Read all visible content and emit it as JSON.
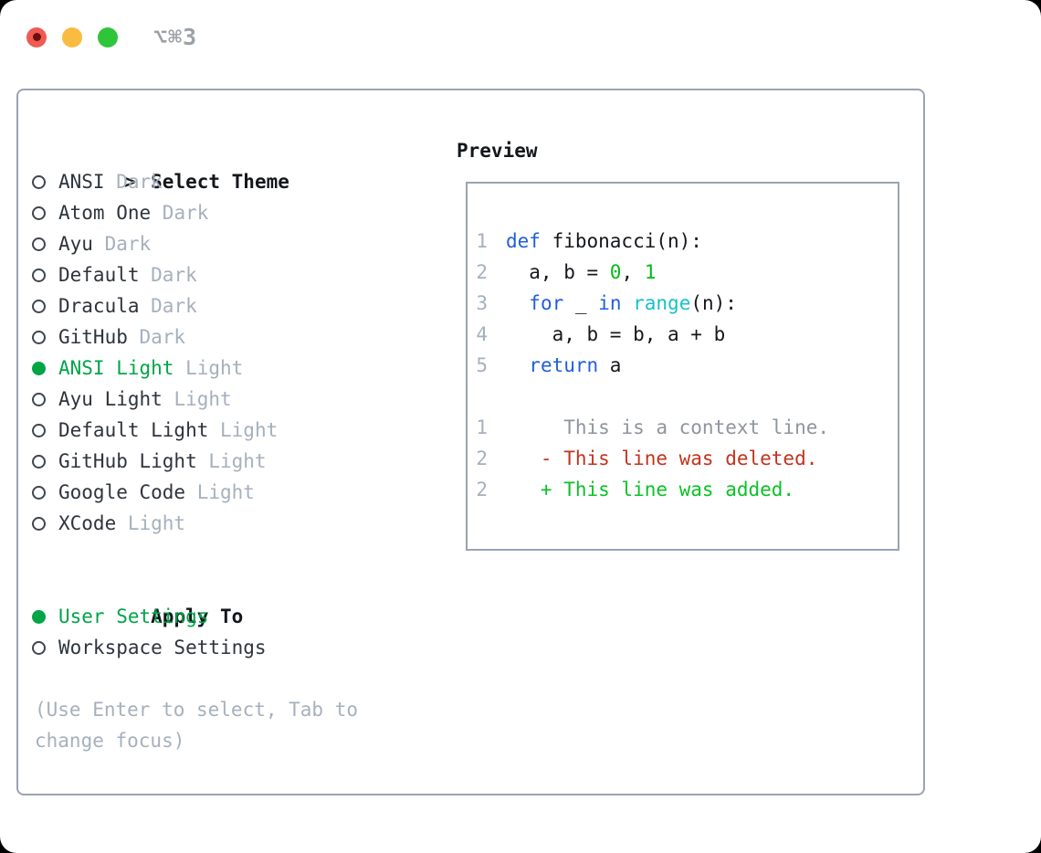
{
  "window": {
    "title": "⌥⌘3"
  },
  "colors": {
    "header": "#13171c",
    "dark": "#2e343d",
    "code_dark": "#14181d",
    "muted": "#a6b0bd",
    "context_gray": "#8e959d",
    "border": "#9aa4b1",
    "accent_green": "#00a546",
    "bright_green": "#0bc226",
    "number_green": "#00bc17",
    "red": "#c3331d",
    "blue": "#1f5fd9",
    "cyan": "#16c1cd",
    "title_gray": "#9ba1a8",
    "traffic_red": "#ef5a52",
    "traffic_red_dot": "#6b100c",
    "traffic_yellow": "#f9bc41",
    "traffic_green": "#2ec53b"
  },
  "theme_selector": {
    "prompt": ">",
    "title": "Select Theme",
    "themes": [
      {
        "name": "ANSI",
        "variant": "Dark",
        "selected": false
      },
      {
        "name": "Atom One",
        "variant": "Dark",
        "selected": false
      },
      {
        "name": "Ayu",
        "variant": "Dark",
        "selected": false
      },
      {
        "name": "Default",
        "variant": "Dark",
        "selected": false
      },
      {
        "name": "Dracula",
        "variant": "Dark",
        "selected": false
      },
      {
        "name": "GitHub",
        "variant": "Dark",
        "selected": false
      },
      {
        "name": "ANSI Light",
        "variant": "Light",
        "selected": true
      },
      {
        "name": "Ayu Light",
        "variant": "Light",
        "selected": false
      },
      {
        "name": "Default Light",
        "variant": "Light",
        "selected": false
      },
      {
        "name": "GitHub Light",
        "variant": "Light",
        "selected": false
      },
      {
        "name": "Google Code",
        "variant": "Light",
        "selected": false
      },
      {
        "name": "XCode",
        "variant": "Light",
        "selected": false
      }
    ]
  },
  "apply_to": {
    "title": "Apply To",
    "options": [
      {
        "label": "User Settings",
        "selected": true
      },
      {
        "label": "Workspace Settings",
        "selected": false
      }
    ]
  },
  "hint": "(Use Enter to select, Tab to change focus)",
  "preview": {
    "title": "Preview",
    "code_lines": [
      {
        "num": "1",
        "tokens": [
          {
            "text": "def ",
            "style": "kw"
          },
          {
            "text": "fibonacci(n):",
            "style": "plain"
          }
        ]
      },
      {
        "num": "2",
        "tokens": [
          {
            "text": "  a, b = ",
            "style": "plain"
          },
          {
            "text": "0",
            "style": "num"
          },
          {
            "text": ", ",
            "style": "plain"
          },
          {
            "text": "1",
            "style": "num"
          }
        ]
      },
      {
        "num": "3",
        "tokens": [
          {
            "text": "  ",
            "style": "plain"
          },
          {
            "text": "for",
            "style": "kw"
          },
          {
            "text": " _ ",
            "style": "plain"
          },
          {
            "text": "in",
            "style": "kw"
          },
          {
            "text": " ",
            "style": "plain"
          },
          {
            "text": "range",
            "style": "fn"
          },
          {
            "text": "(n):",
            "style": "plain"
          }
        ]
      },
      {
        "num": "4",
        "tokens": [
          {
            "text": "    a, b = b, a + b",
            "style": "plain"
          }
        ]
      },
      {
        "num": "5",
        "tokens": [
          {
            "text": "  ",
            "style": "plain"
          },
          {
            "text": "return",
            "style": "kw"
          },
          {
            "text": " a",
            "style": "plain"
          }
        ]
      },
      {
        "num": "",
        "tokens": []
      },
      {
        "num": "1",
        "tokens": [
          {
            "text": "     This is a context line.",
            "style": "ctx"
          }
        ]
      },
      {
        "num": "2",
        "tokens": [
          {
            "text": "   - This line was deleted.",
            "style": "del"
          }
        ]
      },
      {
        "num": "2",
        "tokens": [
          {
            "text": "   + This line was added.",
            "style": "add"
          }
        ]
      }
    ]
  }
}
